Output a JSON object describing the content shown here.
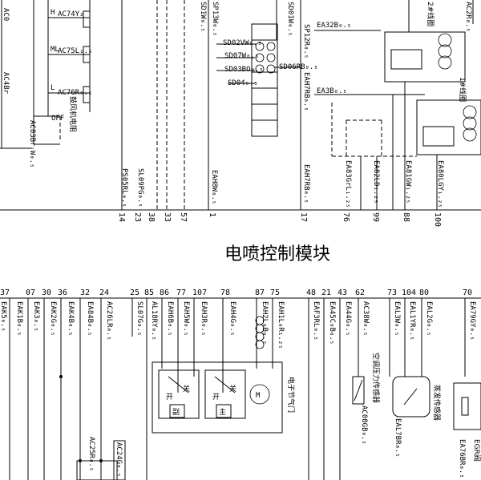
{
  "title": "电喷控制模块",
  "top_left_labels": [
    "AC74Y₂",
    "AC75L₁.₅",
    "AC76R₀.₅",
    "AC83Br·W₀.₅",
    "AC0",
    "AC4Br"
  ],
  "top_left_switch": {
    "positions": [
      "H",
      "ML",
      "L",
      "OFF"
    ],
    "caption": "鼓风机电阻"
  },
  "top_wire_labels": [
    "SD1W₀.₅",
    "SP13W₀.₅",
    "SP12R₀.₅",
    "SD01W₀.₅",
    "EAH7RB₀.₅"
  ],
  "fuse_block_labels": [
    "SD02VW₀.₅",
    "SD07W₀.₅",
    "SD03BO₀.₅",
    "SD06RB₀.₅",
    "SD04₀.₅"
  ],
  "coil_labels": [
    "EA32B₀.₅",
    "EA3B₀.₅",
    "2#线圈",
    "1#线圈",
    "AC2R₀.₅"
  ],
  "bottom_wire_labels_top": [
    "PS05RL₀.₅",
    "SL09PG₀.₅",
    "EAH8W₀.₅",
    "EAH7RB₀.₅",
    "EA83GrL₁.₂₅",
    "EA82LD₁.₂₅",
    "EA81GW₁.₂₅",
    "EA80LGY₁.₂₅"
  ],
  "ecu_pins_top": [
    "14",
    "23",
    "38",
    "33",
    "57",
    "1",
    "17",
    "76",
    "99",
    "88",
    "100"
  ],
  "ecu_pins_bottom": [
    "37",
    "07",
    "30",
    "36",
    "32",
    "24",
    "25",
    "85",
    "86",
    "77",
    "107",
    "78",
    "87",
    "75",
    "48",
    "21",
    "43",
    "62",
    "73",
    "104",
    "80",
    "70"
  ],
  "bottom_wire_labels": [
    "EAK5₀.₅",
    "EAK1B₀.₅",
    "EAK3₀.₅",
    "EAK2G₀.₅",
    "EAK4B₀.₅",
    "EA84B₀.₅",
    "AC26LR₀.₅",
    "SL07G₀.₅",
    "AL18RY₀.₅",
    "EAH6B₀.₅",
    "EAH5W₀.₅",
    "EAH3R₀.₅",
    "EAH4G₀.₅",
    "EAH2L₀B₀.₅",
    "EAH1L₀R₁.₂₅",
    "EAF3RL₀.₅",
    "EA45C₀B₀.₅",
    "EA44G₀.₅",
    "AC38W₀.₅",
    "EAL3W₀.₅",
    "EAL1YR₀.₅",
    "EAL2G₀.₅",
    "EA79GY₀.₅"
  ],
  "components": {
    "relay_main": "主",
    "relay_aux": "副",
    "relay_switch": "开",
    "relay_switch_label": "关",
    "throttle": "电子节气门",
    "ac_sensor": "空调压力传感器",
    "ac_sensor_wire": "AC08GB₀.₅",
    "vapor_sensor": "蒸发传感器",
    "vapor_wire": "EAL7BR₀.₅",
    "egr": "EGR阀",
    "egr_wire": "EA76BR₀.₅",
    "ac25": "AC25R₀.₅",
    "ac24": "AC24G₀.₅"
  },
  "colors": {
    "line": "#000000",
    "background": "#ffffff"
  }
}
